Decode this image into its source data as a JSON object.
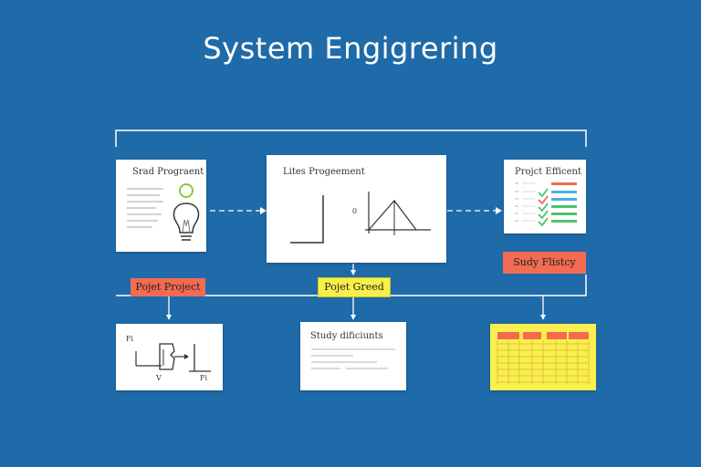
{
  "title": "System Engigrering",
  "cards": {
    "top_left": {
      "title": "Srad Prograent"
    },
    "top_center": {
      "title": "Lites Progeement"
    },
    "top_right": {
      "title": "Projct Efficent"
    },
    "bottom_center": {
      "title": "Study dificiunts"
    }
  },
  "labels": {
    "red_left": "Pojet Project",
    "yellow_center": "Pojet Greed",
    "red_right": "Sudy Flistcy"
  },
  "graph_labels": {
    "top_center_y_tick": "0",
    "bottom_left_y": "Fi",
    "bottom_left_x1": "V",
    "bottom_left_x2": "Fi"
  },
  "colors": {
    "background": "#1f6aa8",
    "red_label": "#f36b53",
    "yellow_label": "#f8f04a",
    "sheet_yellow": "#f9ef4f",
    "sheet_header": "#f56a4f",
    "check_green": "#4ec36a"
  }
}
